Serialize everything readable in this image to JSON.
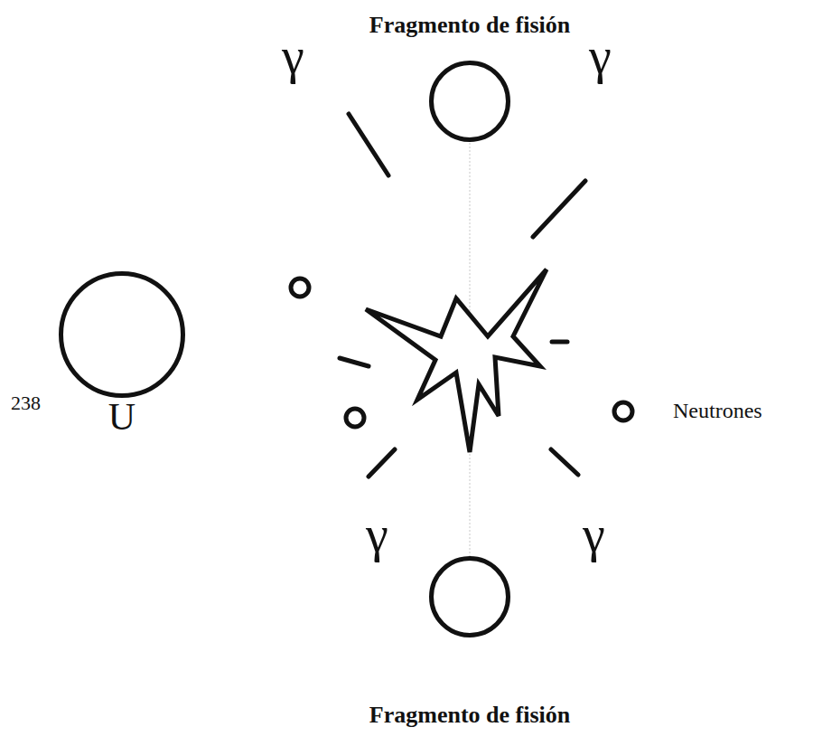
{
  "diagram": {
    "nodes": [
      {
        "text": [
          "Fragmento de fisión"
        ]
      },
      {
        "text": [
          "238",
          "U"
        ]
      },
      {
        "text": [
          "Fragmento de fisión"
        ]
      }
    ],
    "labels": [
      "γ",
      "γ",
      "Neutrones",
      "γ",
      "γ"
    ]
  }
}
